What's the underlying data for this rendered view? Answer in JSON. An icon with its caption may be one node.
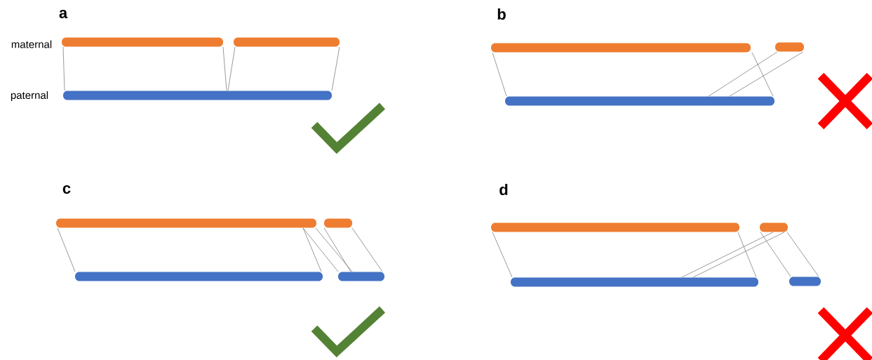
{
  "diagram": {
    "nodes": [
      {
        "text": [],
        "shape": "bar"
      },
      {
        "text": [],
        "shape": "bar"
      },
      {
        "text": [],
        "shape": "bar"
      },
      {
        "text": [],
        "shape": "bar"
      },
      {
        "text": [],
        "shape": "bar"
      },
      {
        "text": [],
        "shape": "bar"
      },
      {
        "text": [],
        "shape": "bar"
      },
      {
        "text": [],
        "shape": "bar"
      },
      {
        "text": [],
        "shape": "bar"
      },
      {
        "text": [],
        "shape": "bar"
      },
      {
        "text": [],
        "shape": "bar"
      },
      {
        "text": [],
        "shape": "bar"
      },
      {
        "text": [],
        "shape": "bar"
      },
      {
        "text": [],
        "shape": "bar"
      }
    ],
    "edges": [
      {
        "from": 0,
        "to": 2,
        "arrow": "none"
      },
      {
        "from": 0,
        "to": 2,
        "arrow": "none"
      },
      {
        "from": 1,
        "to": 2,
        "arrow": "none"
      },
      {
        "from": 1,
        "to": 2,
        "arrow": "none"
      },
      {
        "from": 3,
        "to": 5,
        "arrow": "none"
      },
      {
        "from": 3,
        "to": 5,
        "arrow": "none"
      },
      {
        "from": 4,
        "to": 5,
        "arrow": "none"
      },
      {
        "from": 4,
        "to": 5,
        "arrow": "none"
      },
      {
        "from": 6,
        "to": 8,
        "arrow": "none"
      },
      {
        "from": 6,
        "to": 8,
        "arrow": "none"
      },
      {
        "from": 6,
        "to": 9,
        "arrow": "none"
      },
      {
        "from": 6,
        "to": 9,
        "arrow": "none"
      },
      {
        "from": 7,
        "to": 9,
        "arrow": "none"
      },
      {
        "from": 7,
        "to": 9,
        "arrow": "none"
      },
      {
        "from": 10,
        "to": 12,
        "arrow": "none"
      },
      {
        "from": 10,
        "to": 12,
        "arrow": "none"
      },
      {
        "from": 11,
        "to": 12,
        "arrow": "none"
      },
      {
        "from": 11,
        "to": 12,
        "arrow": "none"
      },
      {
        "from": 11,
        "to": 13,
        "arrow": "none"
      },
      {
        "from": 11,
        "to": 13,
        "arrow": "none"
      }
    ],
    "labels": [
      "a",
      "maternal",
      "paternal",
      "b",
      "c",
      "d"
    ]
  }
}
